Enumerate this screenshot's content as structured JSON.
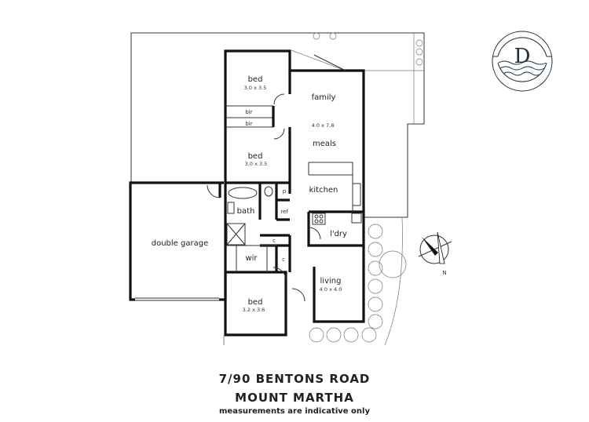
{
  "plan": {
    "rooms": [
      {
        "name": "bed",
        "size": "3.0 x 3.5"
      },
      {
        "name": "bir"
      },
      {
        "name": "bir"
      },
      {
        "name": "bed",
        "size": "3.0 x 3.5"
      },
      {
        "name": "family",
        "size": "4.0 x 7.8"
      },
      {
        "name": "meals"
      },
      {
        "name": "kitchen"
      },
      {
        "name": "p"
      },
      {
        "name": "ref"
      },
      {
        "name": "bath"
      },
      {
        "name": "c"
      },
      {
        "name": "c"
      },
      {
        "name": "wir"
      },
      {
        "name": "l'dry"
      },
      {
        "name": "living",
        "size": "4.0 x 4.0"
      },
      {
        "name": "bed",
        "size": "3.2 x 3.6"
      },
      {
        "name": "double garage"
      }
    ],
    "compass_label": "N",
    "logo_letter": "D"
  },
  "footer": {
    "address_line1": "7/90 BENTONS ROAD",
    "address_line2": "MOUNT MARTHA",
    "disclaimer": "measurements are indicative only"
  },
  "colors": {
    "walls": "#111111",
    "logo": "#1f2f3a"
  }
}
